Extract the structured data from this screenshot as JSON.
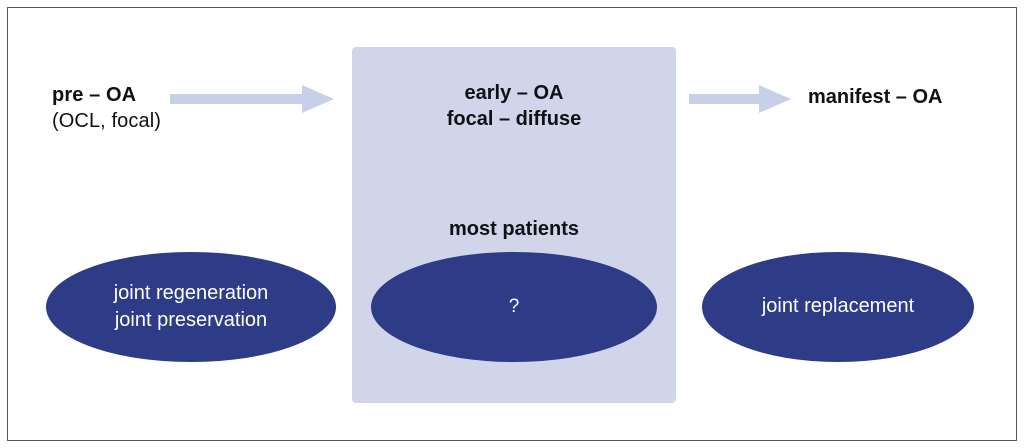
{
  "figure": {
    "title": "Osteoarthritis progression and treatment options diagram",
    "border_color": "#55565a",
    "background": "#ffffff"
  },
  "colors": {
    "panel_fill": "#d0d5ea",
    "ellipse_fill": "#2e3b87",
    "arrow_fill": "#c8cfe8",
    "text_dark": "#101015",
    "text_light": "#ffffff"
  },
  "stages": {
    "pre": {
      "label": "pre – OA",
      "sublabel": "(OCL, focal)"
    },
    "early": {
      "line1": "early – OA",
      "line2": "focal – diffuse",
      "note": "most patients"
    },
    "manifest": {
      "label": "manifest – OA"
    }
  },
  "arrows": {
    "left": "arrow-right-icon",
    "right": "arrow-right-icon"
  },
  "treatments": {
    "left": {
      "line1": "joint regeneration",
      "line2": "joint preservation"
    },
    "center": {
      "line1": "?"
    },
    "right": {
      "line1": "joint replacement"
    }
  }
}
